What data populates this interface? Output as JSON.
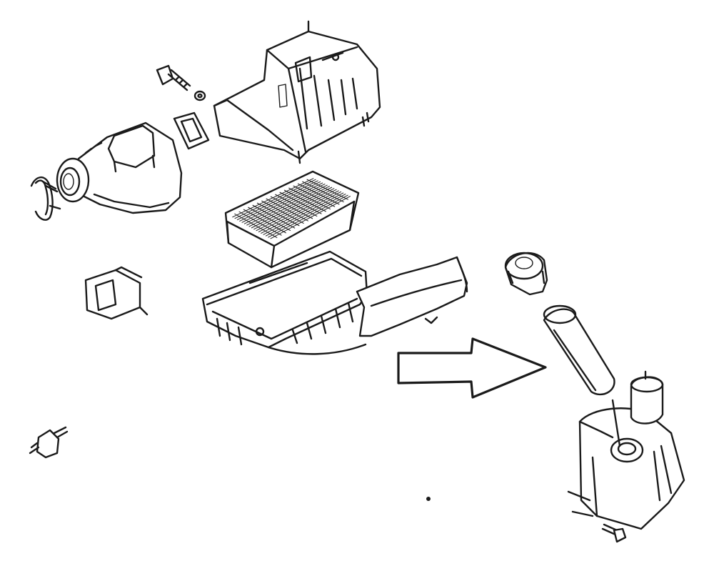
{
  "colors": {
    "ink": "#1a1a1a",
    "background": "#ffffff"
  },
  "parts": [
    {
      "id": "air-cleaner-upper-housing"
    },
    {
      "id": "housing-bolt"
    },
    {
      "id": "bolt-washer"
    },
    {
      "id": "housing-gasket"
    },
    {
      "id": "air-flow-meter"
    },
    {
      "id": "hose-clamp"
    },
    {
      "id": "air-filter-element"
    },
    {
      "id": "air-cleaner-lower-case"
    },
    {
      "id": "intake-duct"
    },
    {
      "id": "duct-grommet"
    },
    {
      "id": "rubber-mount"
    },
    {
      "id": "reservoir-cap"
    },
    {
      "id": "filler-hose"
    },
    {
      "id": "washer-reservoir"
    },
    {
      "id": "reservoir-bolt"
    },
    {
      "id": "direction-arrow"
    }
  ]
}
